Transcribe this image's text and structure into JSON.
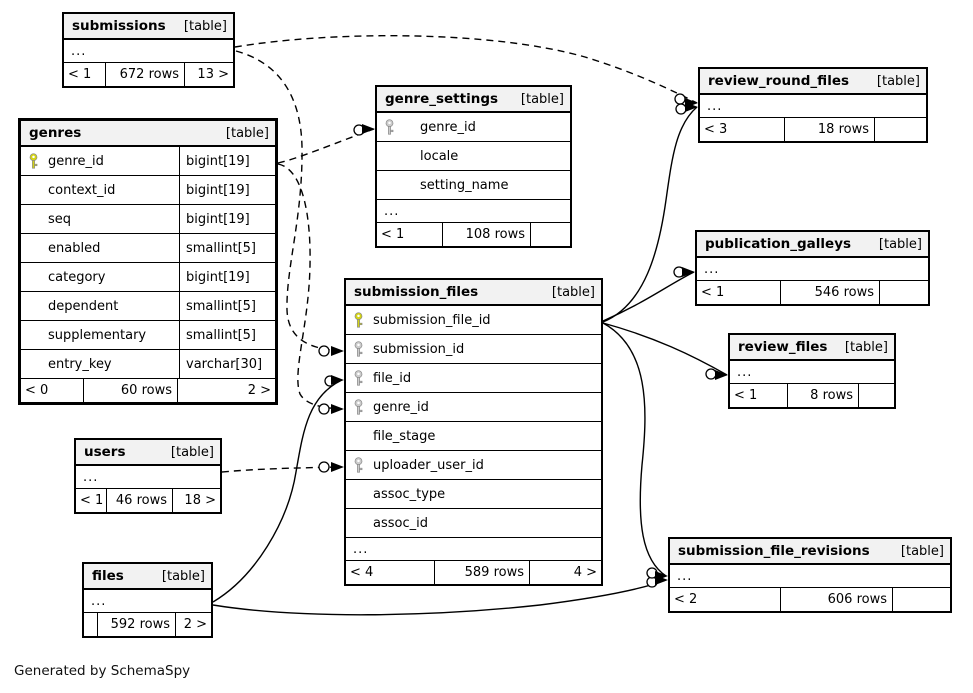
{
  "generated_note": "Generated by SchemaSpy",
  "colors": {
    "primary_key": "#d4d415",
    "foreign_key": "#cccccc",
    "header_bg": "#f2f2f2",
    "border": "#000000"
  },
  "tables": [
    {
      "id": "submissions",
      "name": "submissions",
      "badge": "[table]",
      "rows": [
        {
          "ellipsis": true,
          "label": "..."
        }
      ],
      "footer": [
        "< 1",
        "672 rows",
        "13 >"
      ]
    },
    {
      "id": "genres",
      "name": "genres",
      "badge": "[table]",
      "emphasized": true,
      "has_types": true,
      "rows": [
        {
          "name": "genre_id",
          "type": "bigint[19]",
          "key": "primary"
        },
        {
          "name": "context_id",
          "type": "bigint[19]"
        },
        {
          "name": "seq",
          "type": "bigint[19]"
        },
        {
          "name": "enabled",
          "type": "smallint[5]"
        },
        {
          "name": "category",
          "type": "bigint[19]"
        },
        {
          "name": "dependent",
          "type": "smallint[5]"
        },
        {
          "name": "supplementary",
          "type": "smallint[5]"
        },
        {
          "name": "entry_key",
          "type": "varchar[30]"
        }
      ],
      "footer": [
        "< 0",
        "60 rows",
        "2 >"
      ]
    },
    {
      "id": "genre_settings",
      "name": "genre_settings",
      "badge": "[table]",
      "rows": [
        {
          "name": "genre_id",
          "key": "foreign"
        },
        {
          "name": "locale"
        },
        {
          "name": "setting_name"
        },
        {
          "ellipsis": true,
          "label": "..."
        }
      ],
      "footer": [
        "< 1",
        "108 rows",
        ""
      ]
    },
    {
      "id": "submission_files",
      "name": "submission_files",
      "badge": "[table]",
      "rows": [
        {
          "name": "submission_file_id",
          "key": "primary"
        },
        {
          "name": "submission_id",
          "key": "foreign"
        },
        {
          "name": "file_id",
          "key": "foreign"
        },
        {
          "name": "genre_id",
          "key": "foreign"
        },
        {
          "name": "file_stage"
        },
        {
          "name": "uploader_user_id",
          "key": "foreign"
        },
        {
          "name": "assoc_type"
        },
        {
          "name": "assoc_id"
        },
        {
          "ellipsis": true,
          "label": "..."
        }
      ],
      "footer": [
        "< 4",
        "589 rows",
        "4 >"
      ]
    },
    {
      "id": "review_round_files",
      "name": "review_round_files",
      "badge": "[table]",
      "rows": [
        {
          "ellipsis": true,
          "label": "..."
        }
      ],
      "footer": [
        "< 3",
        "18 rows",
        ""
      ]
    },
    {
      "id": "publication_galleys",
      "name": "publication_galleys",
      "badge": "[table]",
      "rows": [
        {
          "ellipsis": true,
          "label": "..."
        }
      ],
      "footer": [
        "< 1",
        "546 rows",
        ""
      ]
    },
    {
      "id": "review_files",
      "name": "review_files",
      "badge": "[table]",
      "rows": [
        {
          "ellipsis": true,
          "label": "..."
        }
      ],
      "footer": [
        "< 1",
        "8 rows",
        ""
      ]
    },
    {
      "id": "users",
      "name": "users",
      "badge": "[table]",
      "rows": [
        {
          "ellipsis": true,
          "label": "..."
        }
      ],
      "footer": [
        "< 1",
        "46 rows",
        "18 >"
      ]
    },
    {
      "id": "files",
      "name": "files",
      "badge": "[table]",
      "rows": [
        {
          "ellipsis": true,
          "label": "..."
        }
      ],
      "footer": [
        "",
        "592 rows",
        "2 >"
      ]
    },
    {
      "id": "submission_file_revisions",
      "name": "submission_file_revisions",
      "badge": "[table]",
      "rows": [
        {
          "ellipsis": true,
          "label": "..."
        }
      ],
      "footer": [
        "< 2",
        "606 rows",
        ""
      ]
    }
  ],
  "relationships": [
    {
      "parent": "submissions",
      "child": "review_round_files",
      "style": "dashed"
    },
    {
      "parent": "submissions",
      "child": "submission_files",
      "style": "dashed"
    },
    {
      "parent": "genres",
      "child": "genre_settings",
      "style": "dashed"
    },
    {
      "parent": "genres",
      "child": "submission_files",
      "style": "dashed"
    },
    {
      "parent": "users",
      "child": "submission_files",
      "style": "dashed"
    },
    {
      "parent": "files",
      "child": "submission_files",
      "style": "solid"
    },
    {
      "parent": "files",
      "child": "submission_file_revisions",
      "style": "solid"
    },
    {
      "parent": "submission_files",
      "child": "review_round_files",
      "style": "solid"
    },
    {
      "parent": "submission_files",
      "child": "publication_galleys",
      "style": "solid"
    },
    {
      "parent": "submission_files",
      "child": "review_files",
      "style": "solid"
    },
    {
      "parent": "submission_files",
      "child": "submission_file_revisions",
      "style": "solid"
    }
  ]
}
